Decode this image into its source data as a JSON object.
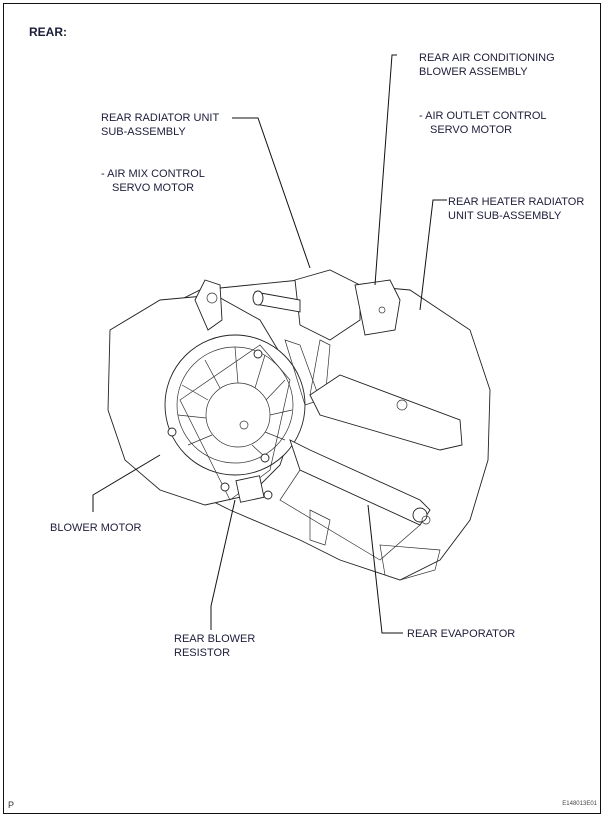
{
  "title": "REAR:",
  "labels": {
    "rear_ac_blower_1": "REAR AIR CONDITIONING",
    "rear_ac_blower_2": "BLOWER ASSEMBLY",
    "air_outlet_1": "-  AIR OUTLET CONTROL",
    "air_outlet_2": "SERVO MOTOR",
    "rear_radiator_1": "REAR RADIATOR UNIT",
    "rear_radiator_2": "SUB-ASSEMBLY",
    "air_mix_1": "-  AIR MIX CONTROL",
    "air_mix_2": "SERVO MOTOR",
    "rear_heater_1": "REAR HEATER RADIATOR",
    "rear_heater_2": "UNIT SUB-ASSEMBLY",
    "blower_motor": "BLOWER MOTOR",
    "rear_blower_resistor_1": "REAR BLOWER",
    "rear_blower_resistor_2": "RESISTOR",
    "rear_evaporator": "REAR EVAPORATOR"
  },
  "footer": {
    "left": "P",
    "code": "E148013E01"
  }
}
